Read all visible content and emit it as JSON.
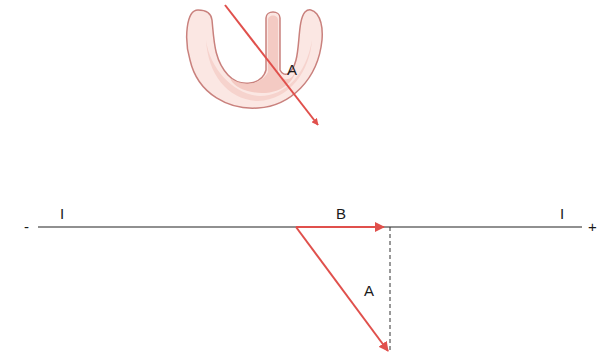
{
  "diagram": {
    "labels": [
      "A",
      "-",
      "I",
      "B",
      "I",
      "+",
      "A"
    ]
  }
}
